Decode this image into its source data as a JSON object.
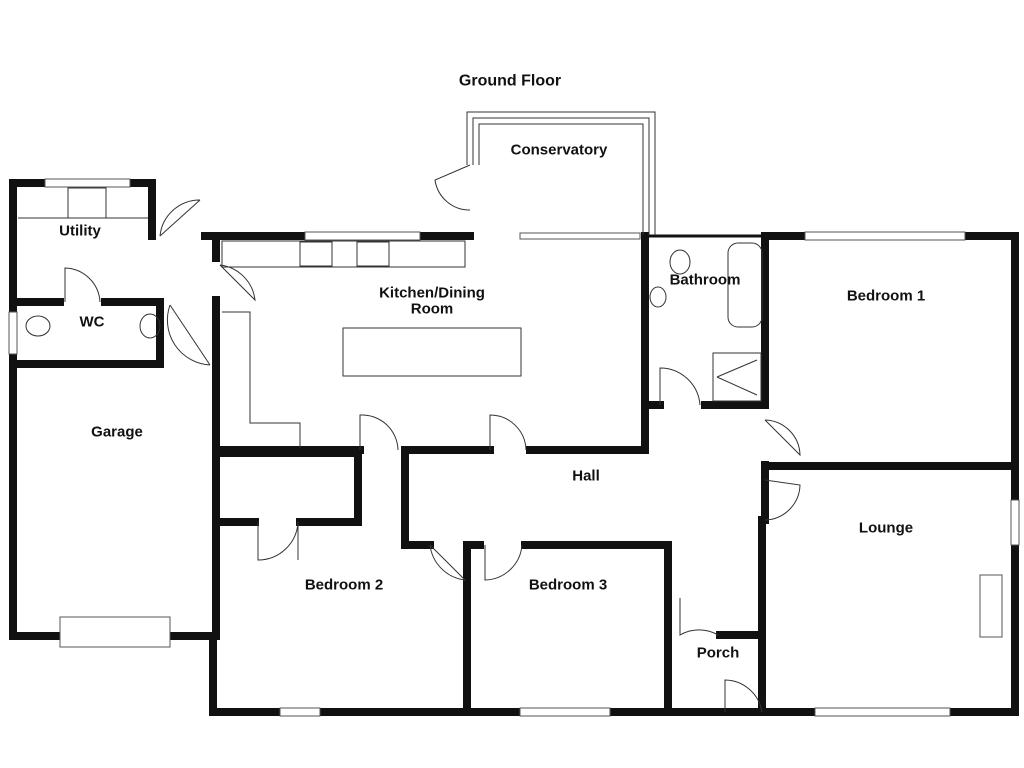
{
  "title": "Ground Floor",
  "rooms": {
    "conservatory": "Conservatory",
    "utility": "Utility",
    "wc": "WC",
    "kitchen_line1": "Kitchen/Dining",
    "kitchen_line2": "Room",
    "bathroom": "Bathroom",
    "bedroom1": "Bedroom 1",
    "garage": "Garage",
    "hall": "Hall",
    "lounge": "Lounge",
    "bedroom2": "Bedroom 2",
    "bedroom3": "Bedroom 3",
    "porch": "Porch"
  }
}
